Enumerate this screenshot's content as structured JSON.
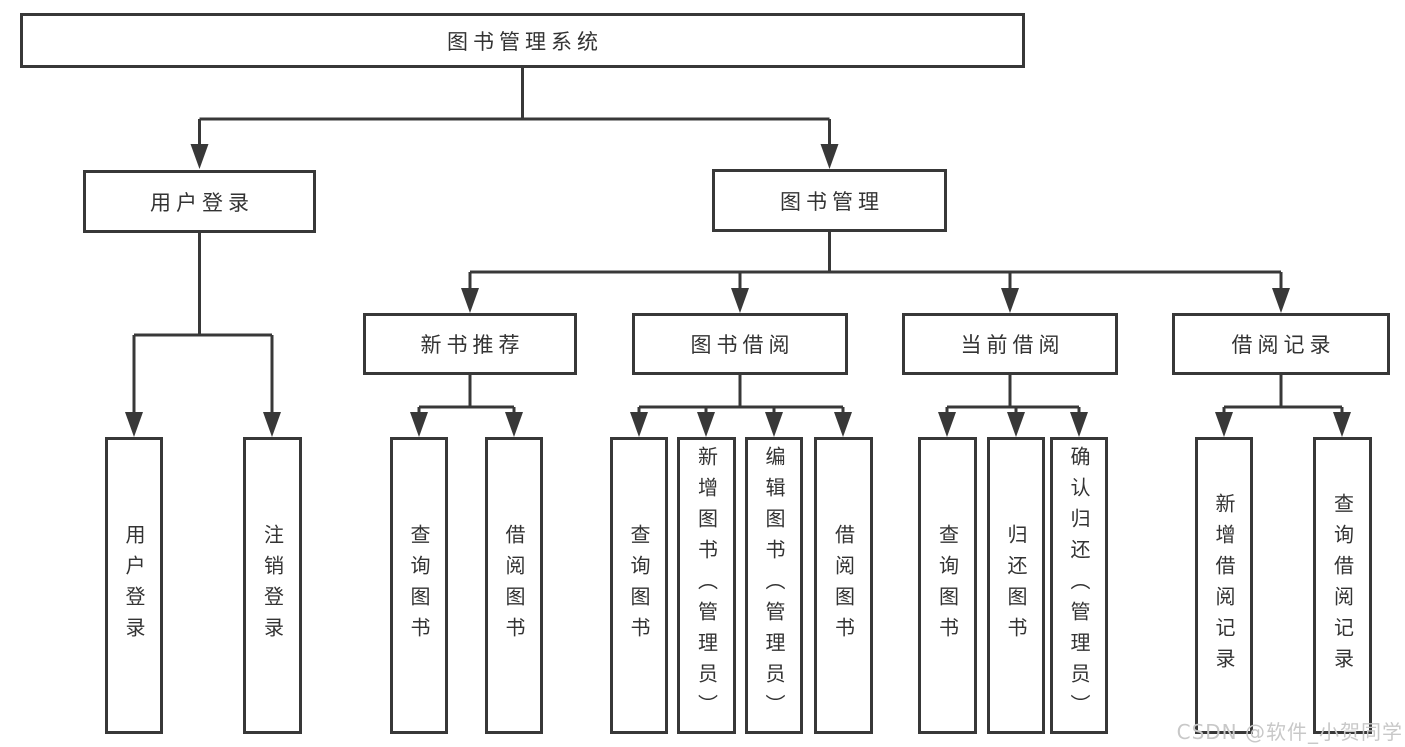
{
  "colors": {
    "line": "#383838",
    "box_border": "#383838",
    "text": "#333333",
    "background": "#ffffff",
    "watermark": "#c8c8c8"
  },
  "watermark": {
    "text": "CSDN @软件_小贺同学"
  },
  "tree": {
    "label": "图书管理系统",
    "children": [
      {
        "label": "用户登录",
        "children": [
          {
            "label": "用户登录"
          },
          {
            "label": "注销登录"
          }
        ]
      },
      {
        "label": "图书管理",
        "children": [
          {
            "label": "新书推荐",
            "children": [
              {
                "label": "查询图书"
              },
              {
                "label": "借阅图书"
              }
            ]
          },
          {
            "label": "图书借阅",
            "children": [
              {
                "label": "查询图书"
              },
              {
                "label": "新增图书（管理员）"
              },
              {
                "label": "编辑图书（管理员）"
              },
              {
                "label": "借阅图书"
              }
            ]
          },
          {
            "label": "当前借阅",
            "children": [
              {
                "label": "查询图书"
              },
              {
                "label": "归还图书"
              },
              {
                "label": "确认归还（管理员）"
              }
            ]
          },
          {
            "label": "借阅记录",
            "children": [
              {
                "label": "新增借阅记录"
              },
              {
                "label": "查询借阅记录"
              }
            ]
          }
        ]
      }
    ]
  }
}
